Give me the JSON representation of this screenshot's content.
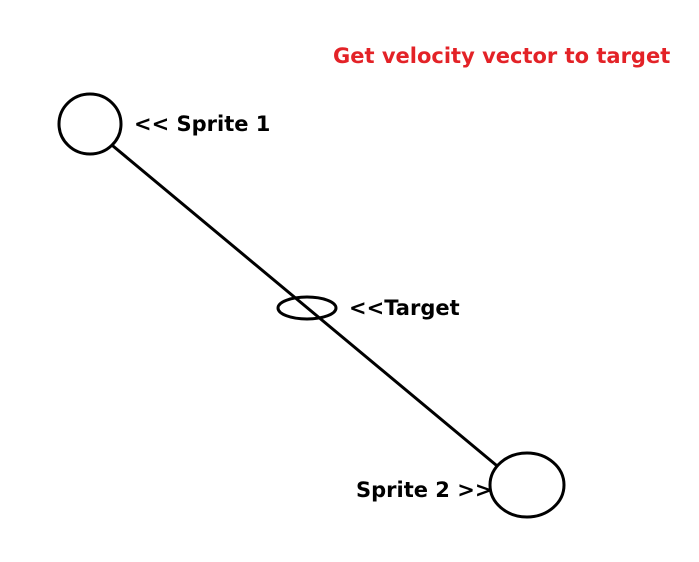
{
  "title": "Get velocity vector to target",
  "labels": {
    "sprite1": "<< Sprite 1",
    "target": "<<Target",
    "sprite2": "Sprite 2 >>"
  },
  "colors": {
    "title": "#e32227",
    "ink": "#000000",
    "background": "#ffffff"
  }
}
